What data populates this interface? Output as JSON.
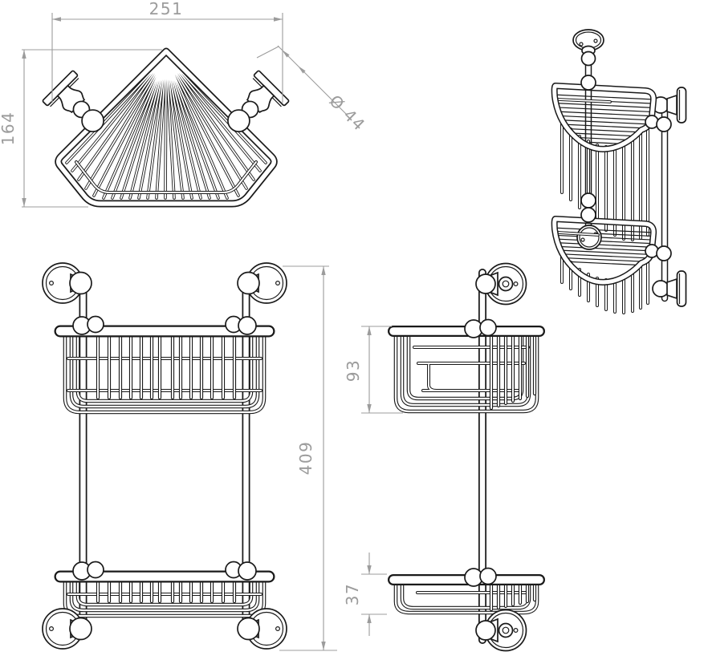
{
  "drawing": {
    "dimensions": {
      "width": "251",
      "depth": "164",
      "flange_diameter": "Ø 44",
      "overall_height": "409",
      "upper_basket_depth": "93",
      "lower_basket_depth": "37"
    },
    "colors": {
      "line": "#1a1a1a",
      "dimension": "#9c9c9c",
      "background": "#ffffff"
    }
  }
}
